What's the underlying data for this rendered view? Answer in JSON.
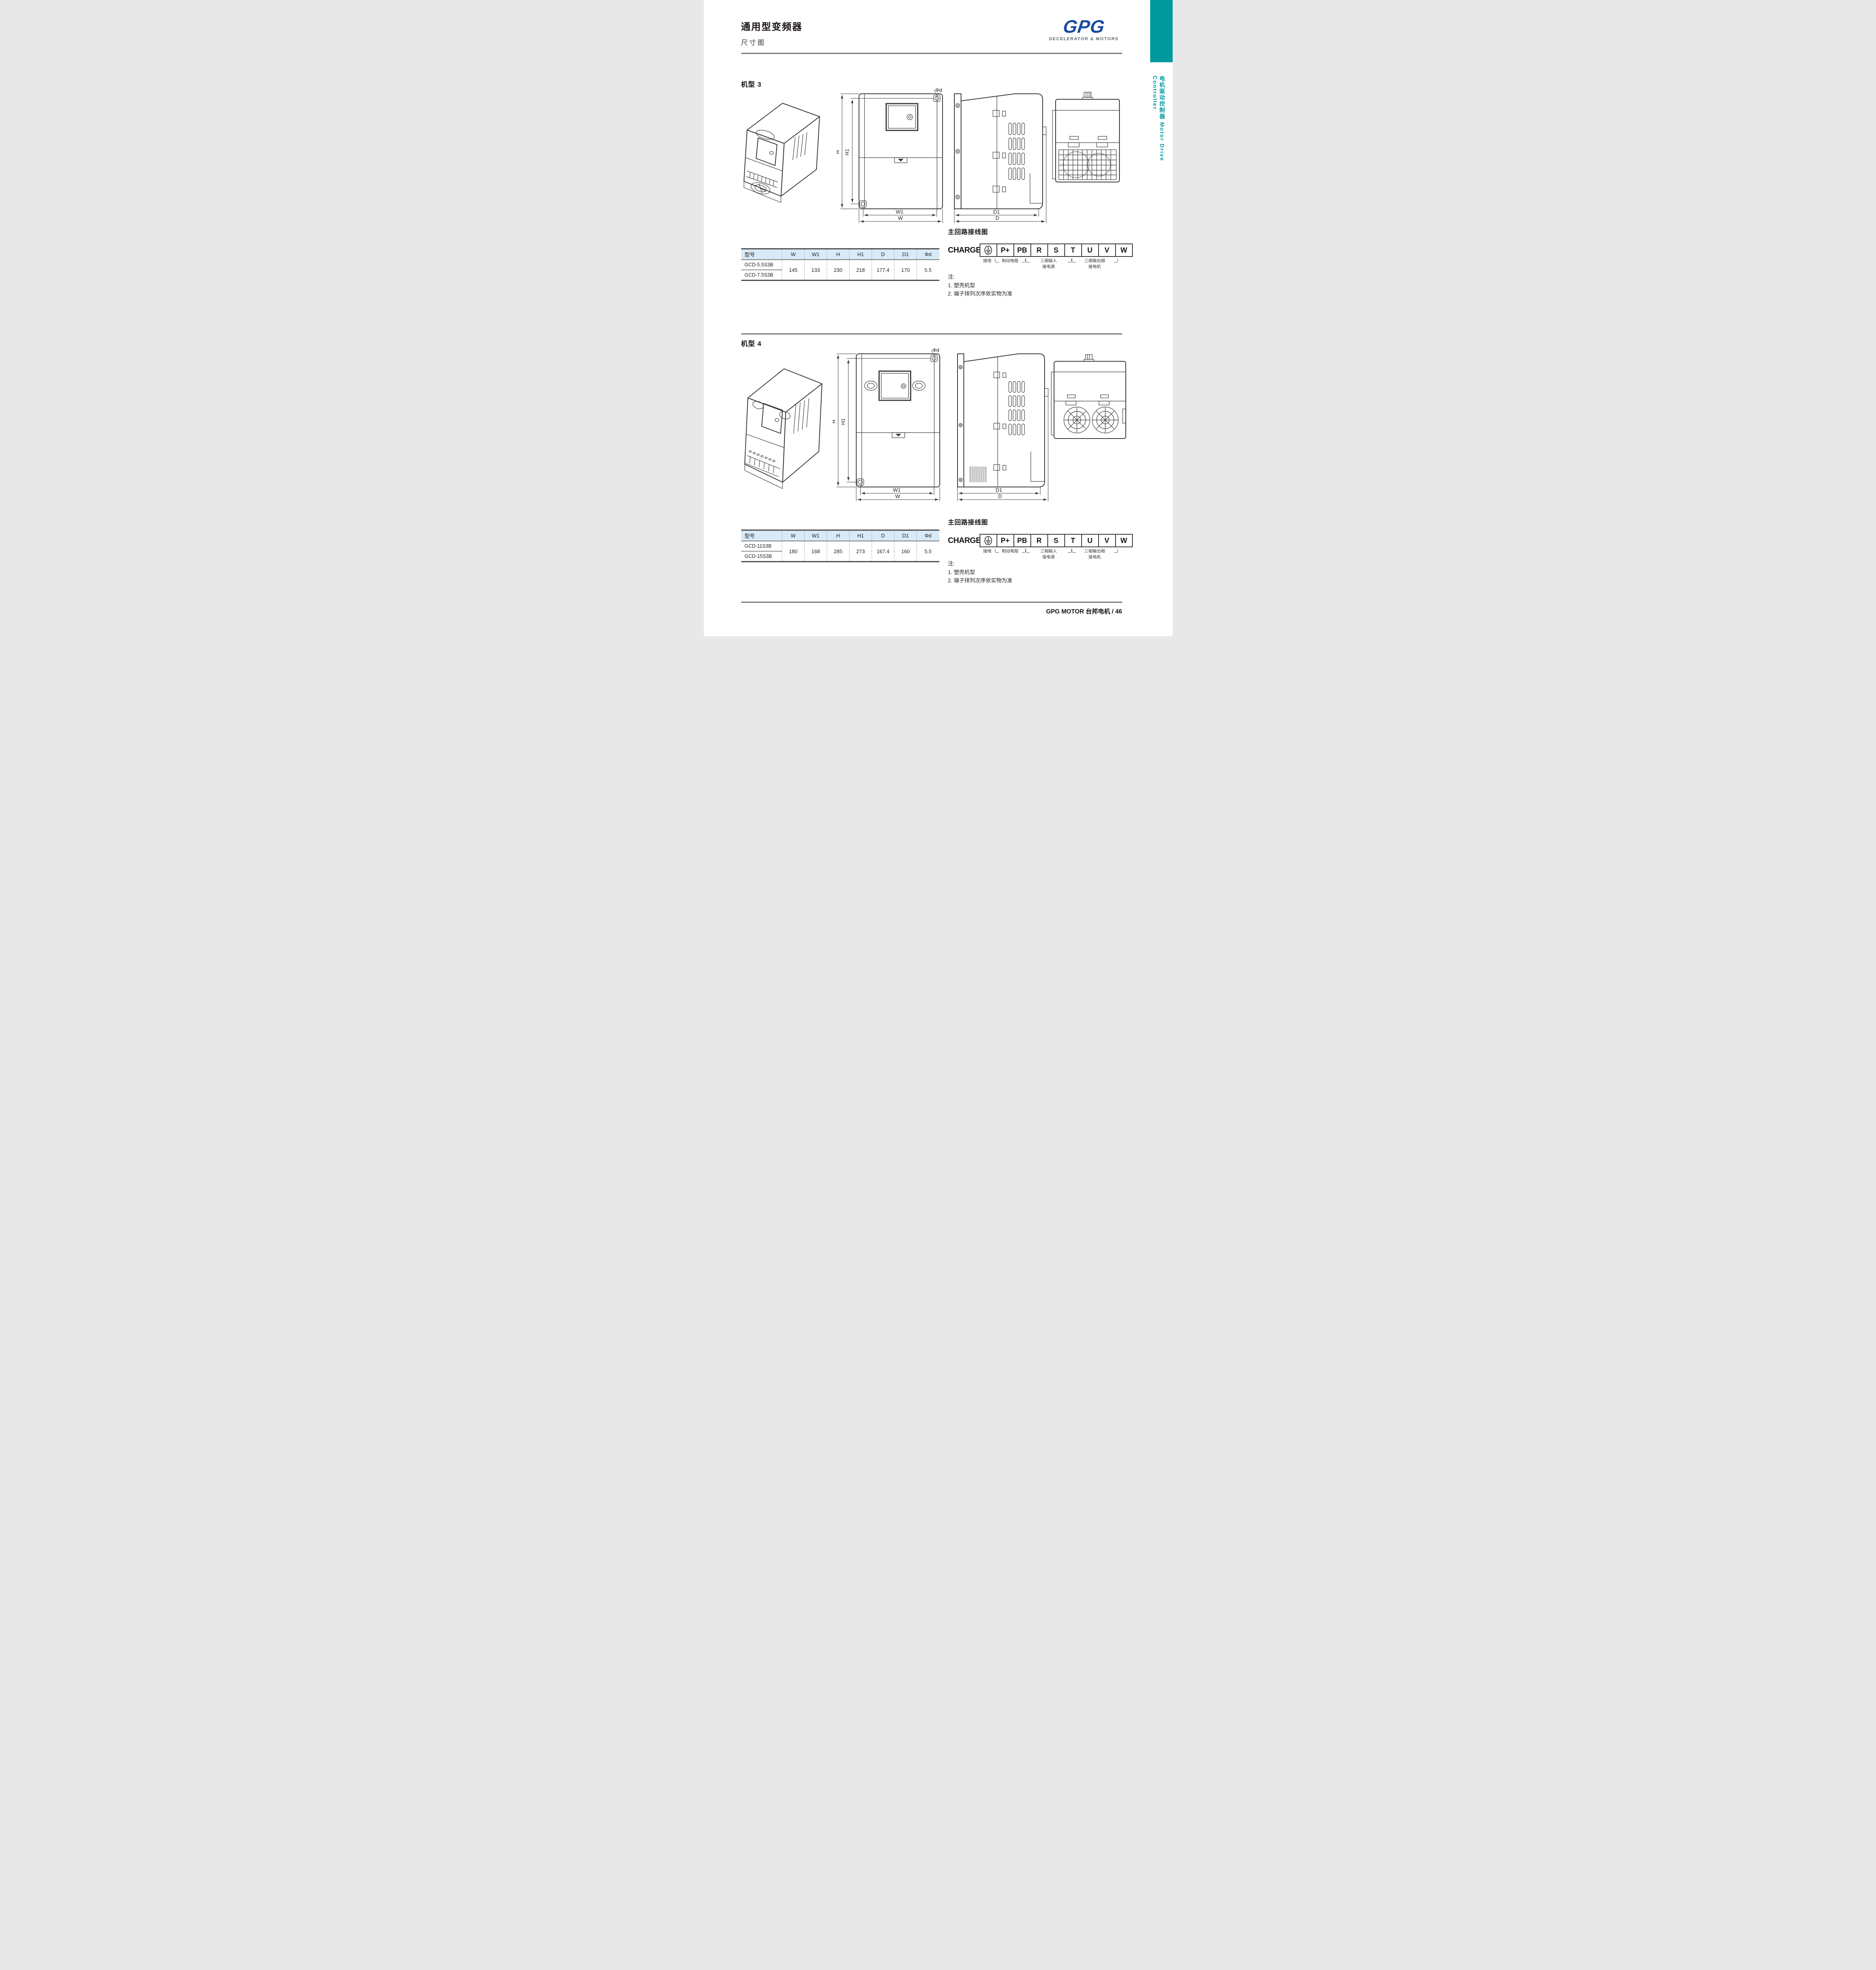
{
  "header": {
    "title": "通用型变频器",
    "subtitle": "尺寸图",
    "logo": "GPG",
    "logo_tagline": "DECELERATOR & MOTORS"
  },
  "side_tab": {
    "text": "电机驱动控制器 Motor Drive Controller"
  },
  "dims": {
    "w": "W",
    "w1": "W1",
    "h": "H",
    "h1": "H1",
    "d": "D",
    "d1": "D1",
    "phid": "Φd"
  },
  "wiring": {
    "title": "主回路接线图",
    "charge": "CHARGE",
    "ground_icon": "protective-earth-icon",
    "terminals": [
      "P+",
      "PB",
      "R",
      "S",
      "T",
      "U",
      "V",
      "W"
    ],
    "groups": [
      {
        "line1": "接地",
        "line2": ""
      },
      {
        "line1": "制动电阻",
        "line2": ""
      },
      {
        "line1": "三相输入",
        "line2": "接电源"
      },
      {
        "line1": "三相输出相",
        "line2": "接电机"
      }
    ]
  },
  "sections": [
    {
      "model_label": "机型 3",
      "table": {
        "headers": [
          "型号",
          "W",
          "W1",
          "H",
          "H1",
          "D",
          "D1",
          "Φd"
        ],
        "rows": [
          "GCD-5.5S3B",
          "GCD-7.5S3B"
        ],
        "values": [
          "145",
          "133",
          "230",
          "218",
          "177.4",
          "170",
          "5.5"
        ]
      },
      "notes": {
        "title": "注:",
        "n1": "1. 塑壳机型",
        "n2": "2. 端子排列次序依实物为准"
      }
    },
    {
      "model_label": "机型 4",
      "table": {
        "headers": [
          "型号",
          "W",
          "W1",
          "H",
          "H1",
          "D",
          "D1",
          "Φd"
        ],
        "rows": [
          "GCD-11S3B",
          "GCD-15S3B"
        ],
        "values": [
          "180",
          "168",
          "285",
          "273",
          "167.4",
          "160",
          "5.5"
        ]
      },
      "notes": {
        "title": "注:",
        "n1": "1. 塑壳机型",
        "n2": "2. 端子排列次序依实物为准"
      }
    }
  ],
  "footer": {
    "text": "GPG MOTOR 台邦电机  /  46"
  },
  "colors": {
    "teal": "#00999c",
    "logo_blue": "#1a4a9e",
    "table_header_bg": "#d8eaf7",
    "rule_gray": "#7d7672",
    "line_dark": "#3b3735"
  }
}
